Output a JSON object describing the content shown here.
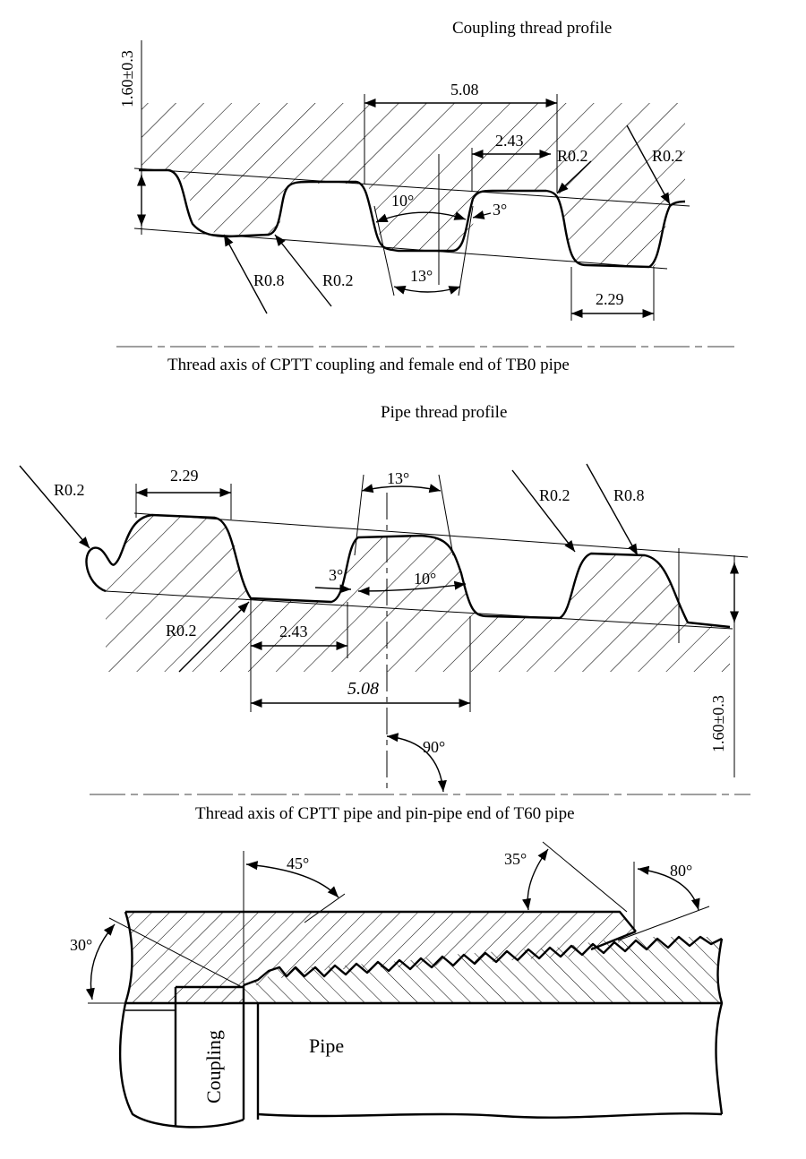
{
  "top": {
    "title": "Coupling thread profile",
    "dim_pitch": "5.08",
    "dim_crest": "2.43",
    "dim_root": "2.29",
    "dim_height": "1.60±0.3",
    "r_top_a": "R0.2",
    "r_top_b": "R0.2",
    "r_bot_big": "R0.8",
    "r_bot_small": "R0.2",
    "ang_flank_a": "10°",
    "ang_flank_b": "3°",
    "ang_included": "13°",
    "axis_caption": "Thread axis of CPTT coupling and female end of TB0 pipe"
  },
  "middle": {
    "title": "Pipe thread profile",
    "dim_crest": "2.29",
    "dim_root": "2.43",
    "dim_pitch": "5.08",
    "dim_height": "1.60±0.3",
    "r_left": "R0.2",
    "r_bottom": "R0.2",
    "r_right_a": "R0.2",
    "r_right_b": "R0.8",
    "ang_included": "13°",
    "ang_flank_a": "3°",
    "ang_flank_b": "10°",
    "ang_right": "90°",
    "axis_caption": "Thread axis of CPTT pipe and pin-pipe end of T60 pipe"
  },
  "bottom": {
    "ang_30": "30°",
    "ang_45": "45°",
    "ang_35": "35°",
    "ang_80": "80°",
    "label_coupling": "Coupling",
    "label_pipe": "Pipe"
  }
}
